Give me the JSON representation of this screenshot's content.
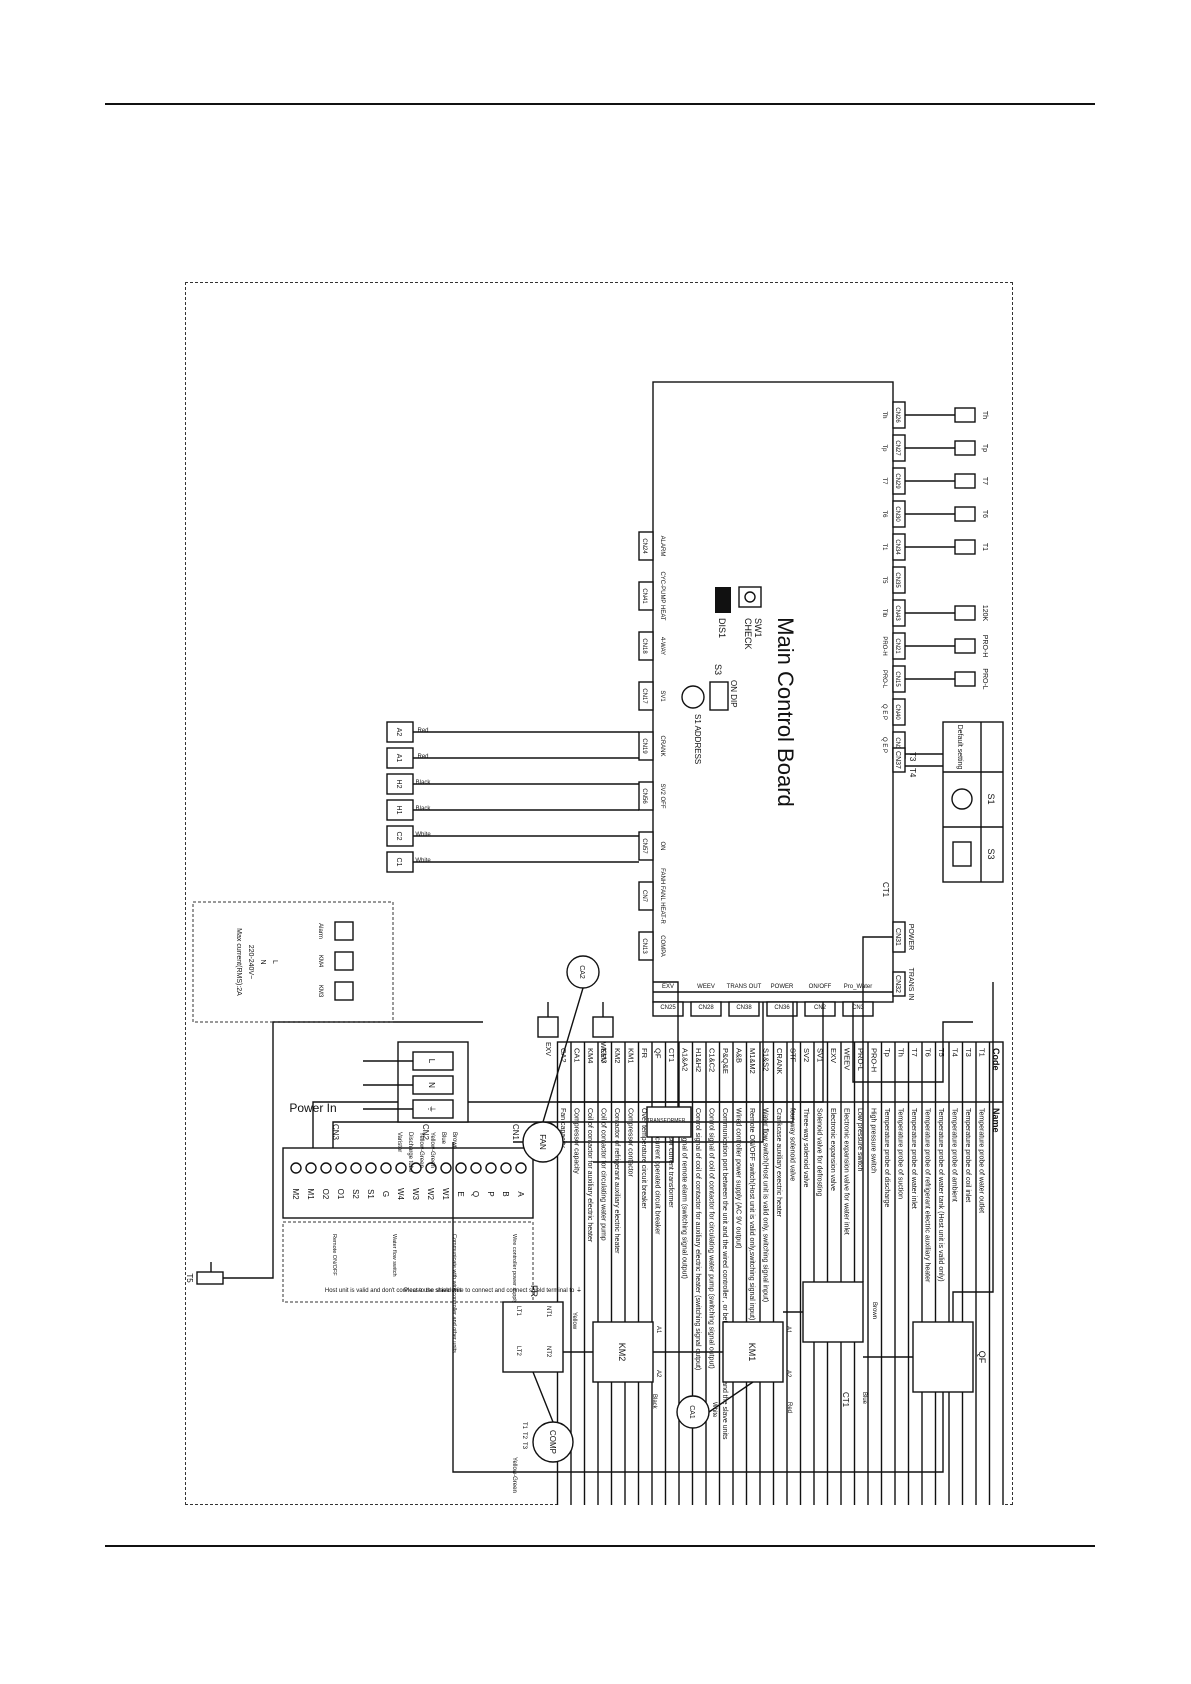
{
  "board": {
    "title": "Main Control Board",
    "connectors_top": [
      {
        "id": "CN26",
        "label": "Th"
      },
      {
        "id": "CN27",
        "label": "Tp"
      },
      {
        "id": "CN29",
        "label": "T7"
      },
      {
        "id": "CN30",
        "label": "T6"
      },
      {
        "id": "CN34",
        "label": "T1"
      },
      {
        "id": "CN35",
        "label": "T5"
      },
      {
        "id": "CN43",
        "label": "Tlb"
      },
      {
        "id": "CN21",
        "label": "PRO-H"
      },
      {
        "id": "CN15",
        "label": "PRO-L"
      },
      {
        "id": "CN40",
        "label": "Q E P"
      },
      {
        "id": "CN39",
        "label": "Q E P"
      }
    ],
    "connectors_right": [
      {
        "id": "CN3",
        "label": "Pro_Water"
      },
      {
        "id": "CN2",
        "label": "ON/OFF"
      },
      {
        "id": "CN36",
        "label": "POWER"
      },
      {
        "id": "CN38",
        "label": "TRANS OUT"
      },
      {
        "id": "CN28",
        "label": "WEEV"
      },
      {
        "id": "CN25",
        "label": "EXV"
      }
    ],
    "connectors_bottom": [
      {
        "id": "CN24",
        "label": "ALARM"
      },
      {
        "id": "CN41",
        "label": "CYC-PUMP  HEAT"
      },
      {
        "id": "CN18",
        "label": "4-WAY"
      },
      {
        "id": "CN17",
        "label": "SV1"
      },
      {
        "id": "CN19",
        "label": "CRANK"
      },
      {
        "id": "CN56",
        "label": "SV2 OFF"
      },
      {
        "id": "CN57",
        "label": "ON"
      },
      {
        "id": "CN7",
        "label": "FANH FANL HEAT-R"
      },
      {
        "id": "CN13",
        "label": "COMPA"
      }
    ],
    "cn37": {
      "id": "CN37",
      "labels": [
        "T3",
        "T4"
      ]
    },
    "cn31": {
      "id": "CN31",
      "label": "POWER"
    },
    "cn32": {
      "id": "CN32",
      "label": "TRANS IN"
    },
    "sw1": "SW1\nCHECK",
    "dis1": "DIS1",
    "s3": "S3",
    "s1": "S1\nADDRESS",
    "on_dip": "ON DIP",
    "ct1": "CT1",
    "sensor_labels": [
      "Th",
      "Tp",
      "T7",
      "T6",
      "T1",
      "120K",
      "PRO-H",
      "PRO-L"
    ]
  },
  "left_table": {
    "headers": [
      "S1",
      "S3"
    ],
    "row_label": "Default setting"
  },
  "code_table": {
    "headers": [
      "Code",
      "Name"
    ],
    "rows": [
      [
        "T1",
        "Temperature probe of water outlet"
      ],
      [
        "T3",
        "Temperature probe of coil inlet"
      ],
      [
        "T4",
        "Temperature probe of ambient"
      ],
      [
        "T5",
        "Temperature probe of water tank (Host unit is valid only)"
      ],
      [
        "T6",
        "Temperature probe of refrigerant electric auxiliary heater"
      ],
      [
        "T7",
        "Temperature probe of water inlet"
      ],
      [
        "Th",
        "Temperature probe of suction"
      ],
      [
        "Tp",
        "Temperature probe of discharge"
      ],
      [
        "PRO-H",
        "High pressure switch"
      ],
      [
        "PRO-L",
        "Low pressure switch"
      ],
      [
        "WEEV",
        "Electronic expansion valve for water inlet"
      ],
      [
        "EXV",
        "Electronic expansion valve"
      ],
      [
        "SV1",
        "Solenoid valve for defrosting"
      ],
      [
        "SV2",
        "Three-way solenoid valve"
      ],
      [
        "STF",
        "four-way solenoid valve"
      ],
      [
        "CRANK",
        "Crankcase auxiliary exectric heater"
      ],
      [
        "S1&S2",
        "Water flow switch(Host unit is valid only, switching signal input)"
      ],
      [
        "M1&M2",
        "Remote ON/OFF switch(Host unit is valid only,switching signal input)"
      ],
      [
        "A&B",
        "Wired controller power supply (AC 9V output)"
      ],
      [
        "P&Q&E",
        "Communication port between the unit and the wired controller , or between the host unit and the slave units"
      ],
      [
        "C1&C2",
        "Control signal of coil of contactor for circulating water pump (switching signal output)"
      ],
      [
        "H1&H2",
        "Control signal of coil of contactor for auxiliary electric heater (switching signal output)"
      ],
      [
        "A1&A2",
        "Control signal of remote elarm (switching signal output)"
      ],
      [
        "CT1",
        "Compressor current transformer"
      ],
      [
        "QF",
        "Residual current operated circuit breaker"
      ],
      [
        "FR",
        "Over temperature circuit breaker"
      ],
      [
        "KM1",
        "Compressor contactor"
      ],
      [
        "KM2",
        "Contactor of refrigerant auxiliary electric heater"
      ],
      [
        "KM3",
        "Coil of contactor for circulating water pump"
      ],
      [
        "KM4",
        "Coil of contactor for auxiliary electric heater"
      ],
      [
        "CA1",
        "Compressor capacity"
      ],
      [
        "CA2",
        "Fan capacity"
      ]
    ]
  },
  "terminal_strip": {
    "terminals": [
      "A",
      "B",
      "P",
      "Q",
      "E",
      "W1",
      "W2",
      "W3",
      "W4",
      "G",
      "S1",
      "S2",
      "O1",
      "O2",
      "M1",
      "M2"
    ],
    "cn_labels": [
      "CN1",
      "CN2",
      "CN3"
    ],
    "notes": [
      "Wire controller power supply",
      "Communicate with wire controller and other units",
      "Water flow switch",
      "Remote ON/OFF"
    ],
    "shield_note": "Please use shield wire to connect and connect shield terminal to ⏚",
    "host_note": "Host unit is valid and don't connect to the slave unit"
  },
  "outputs": {
    "terminals": [
      "A2",
      "A1",
      "H2",
      "H1",
      "C2",
      "C1"
    ],
    "wires": [
      "Red",
      "Red",
      "Black",
      "Black",
      "White",
      "White"
    ],
    "devices": [
      "Alarm",
      "KM4",
      "KM3"
    ],
    "supply": [
      "L",
      "N",
      "220-240V~",
      "Max current(RMS):2A"
    ]
  },
  "power_in": {
    "label": "Power In",
    "terminals": [
      "L",
      "N",
      "⏚"
    ],
    "wires": [
      "Brown",
      "Blue",
      "Yellow-Green",
      "Yellow-Green",
      "Discharge tube",
      "Varistor"
    ]
  },
  "power_components": {
    "qf": "QF",
    "ct1": "CT1",
    "km1": "KM1",
    "km2": "KM2",
    "fr": "FR",
    "ca1": "CA1",
    "ca2": "CA2",
    "comp": "COMP",
    "fan": "FAN",
    "transformer": "TRANSFORMER",
    "comp_pins": [
      "T1",
      "T2",
      "T3"
    ],
    "km_pins": [
      "A1",
      "A2"
    ],
    "fr_pins": [
      "NT1",
      "NT2",
      "LT1",
      "LT2"
    ],
    "wire_colors": [
      "Brown",
      "Blue",
      "Red",
      "White",
      "Black",
      "Yellow",
      "Yellow-Green"
    ]
  },
  "misc": {
    "t5": "T5",
    "weev": "WEEV",
    "exv": "EXV",
    "stf": "STF",
    "sv1": "SV1",
    "sv2": "SV2",
    "crank": "CRANK"
  }
}
